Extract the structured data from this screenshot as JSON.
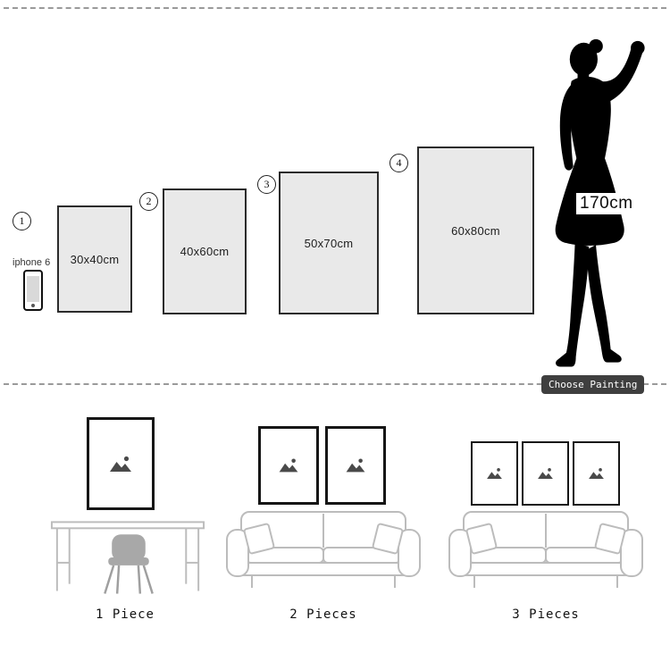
{
  "top": {
    "phone_label": "iphone 6",
    "sizes": [
      {
        "num": "1",
        "label": "30x40cm"
      },
      {
        "num": "2",
        "label": "40x60cm"
      },
      {
        "num": "3",
        "label": "50x70cm"
      },
      {
        "num": "4",
        "label": "60x80cm"
      }
    ],
    "height_label": "170cm",
    "badge_label": "Choose Painting"
  },
  "bottom": {
    "scenes": [
      {
        "label": "1 Piece"
      },
      {
        "label": "2 Pieces"
      },
      {
        "label": "3 Pieces"
      }
    ]
  },
  "icons": {
    "picture_placeholder": "mountain-and-sun-icon",
    "silhouette": "woman-silhouette"
  },
  "colors": {
    "frame_fill": "#e9e9e9",
    "frame_border": "#2b2b2b",
    "silhouette": "#000000",
    "badge_bg": "#3f3f3f",
    "line_art": "#bcbcbc",
    "dashed_line": "#9a9a9a"
  }
}
